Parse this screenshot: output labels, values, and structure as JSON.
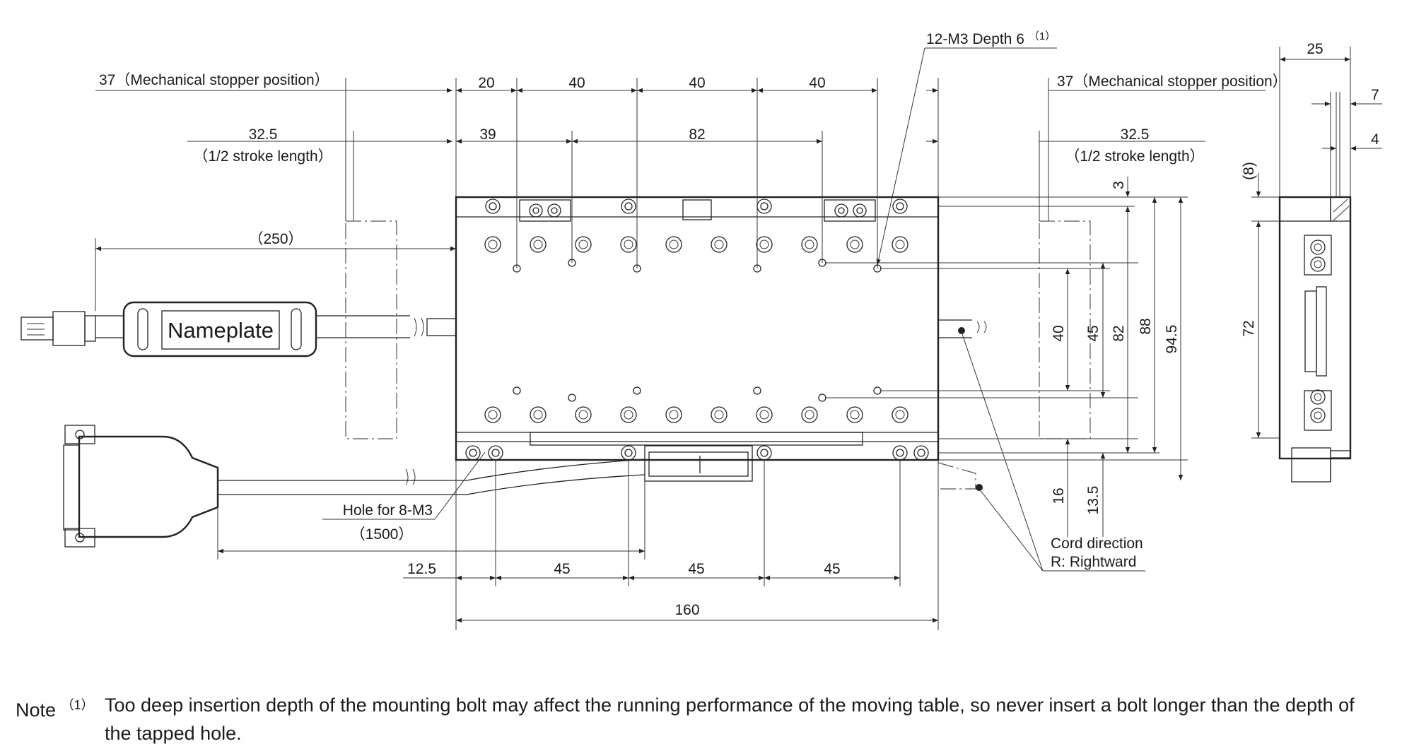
{
  "dimensions": {
    "stopper_left": "37（Mechanical stopper position）",
    "stopper_right": "37（Mechanical stopper position）",
    "half_stroke_value_left": "32.5",
    "half_stroke_label_left": "（1/2 stroke length）",
    "half_stroke_value_right": "32.5",
    "half_stroke_label_right": "（1/2 stroke length）",
    "top_20": "20",
    "top_40a": "40",
    "top_40b": "40",
    "top_40c": "40",
    "top_39": "39",
    "top_82": "82",
    "cable_250": "（250）",
    "cable_1500": "（1500）",
    "bottom_12_5": "12.5",
    "bottom_45a": "45",
    "bottom_45b": "45",
    "bottom_45c": "45",
    "bottom_160": "160",
    "right_3": "3",
    "right_40": "40",
    "right_45": "45",
    "right_82": "82",
    "right_88": "88",
    "right_94_5": "94.5",
    "right_16": "16",
    "right_13_5": "13.5",
    "side_25": "25",
    "side_7": "7",
    "side_4": "4",
    "side_8": "(8)",
    "side_72": "72"
  },
  "labels": {
    "tapped_holes": "12-M3 Depth 6",
    "tapped_holes_note_ref": "（1）",
    "mount_holes": "Hole for 8-M3",
    "nameplate": "Nameplate",
    "cord_direction": "Cord direction",
    "cord_rightward": "R: Rightward"
  },
  "note": {
    "label": "Note",
    "ref": "（1）",
    "text": "Too deep insertion depth of the mounting bolt may affect the running performance of the moving table, so never insert a bolt longer than the depth of the tapped hole."
  },
  "colors": {
    "line": "#222222",
    "background": "#ffffff"
  }
}
